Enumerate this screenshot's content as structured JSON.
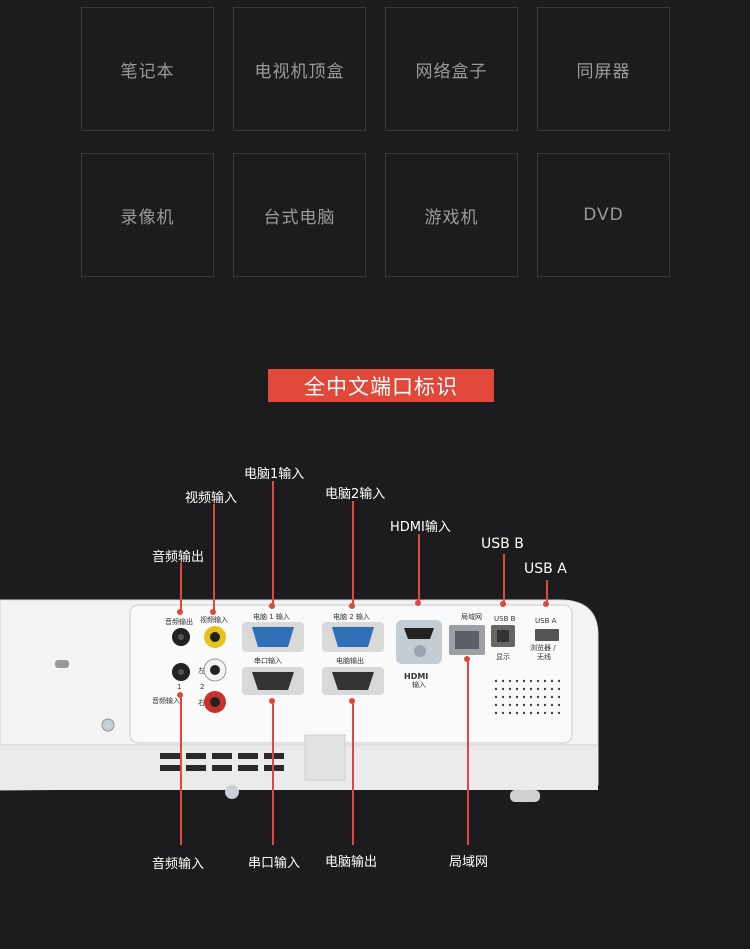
{
  "devices": [
    {
      "label": "笔记本"
    },
    {
      "label": "电视机顶盒"
    },
    {
      "label": "网络盒子"
    },
    {
      "label": "同屏器"
    },
    {
      "label": "录像机"
    },
    {
      "label": "台式电脑"
    },
    {
      "label": "游戏机"
    },
    {
      "label": "DVD"
    }
  ],
  "section_title": "全中文端口标识",
  "callouts": {
    "pc1_in": "电脑1输入",
    "video_in": "视频输入",
    "pc2_in": "电脑2输入",
    "hdmi_in": "HDMI输入",
    "usb_b": "USB B",
    "usb_a": "USB A",
    "audio_out": "音频输出",
    "audio_in": "音频输入",
    "serial_in": "串口输入",
    "pc_out": "电脑输出",
    "lan": "局域网"
  },
  "panel_labels": {
    "audio_out": "音频输出",
    "video_in": "视频输入",
    "pc1_in": "电脑 1 输入",
    "pc2_in": "电脑 2 输入",
    "lan": "局域网",
    "usb_b": "USB B",
    "usb_a": "USB A",
    "serial_in": "串口输入",
    "pc_out": "电脑输出",
    "hdmi": "HDMI",
    "hdmi_sub": "输入",
    "display": "显示",
    "browser": "浏览器 /",
    "wireless": "无线",
    "left": "左",
    "right": "右",
    "audio_in": "音频输入",
    "num1": "1",
    "num2": "2"
  },
  "colors": {
    "accent": "#e2483a",
    "tile_border": "#3a3a3c",
    "tile_text": "#9a9a9c",
    "background": "#1c1c1e"
  }
}
